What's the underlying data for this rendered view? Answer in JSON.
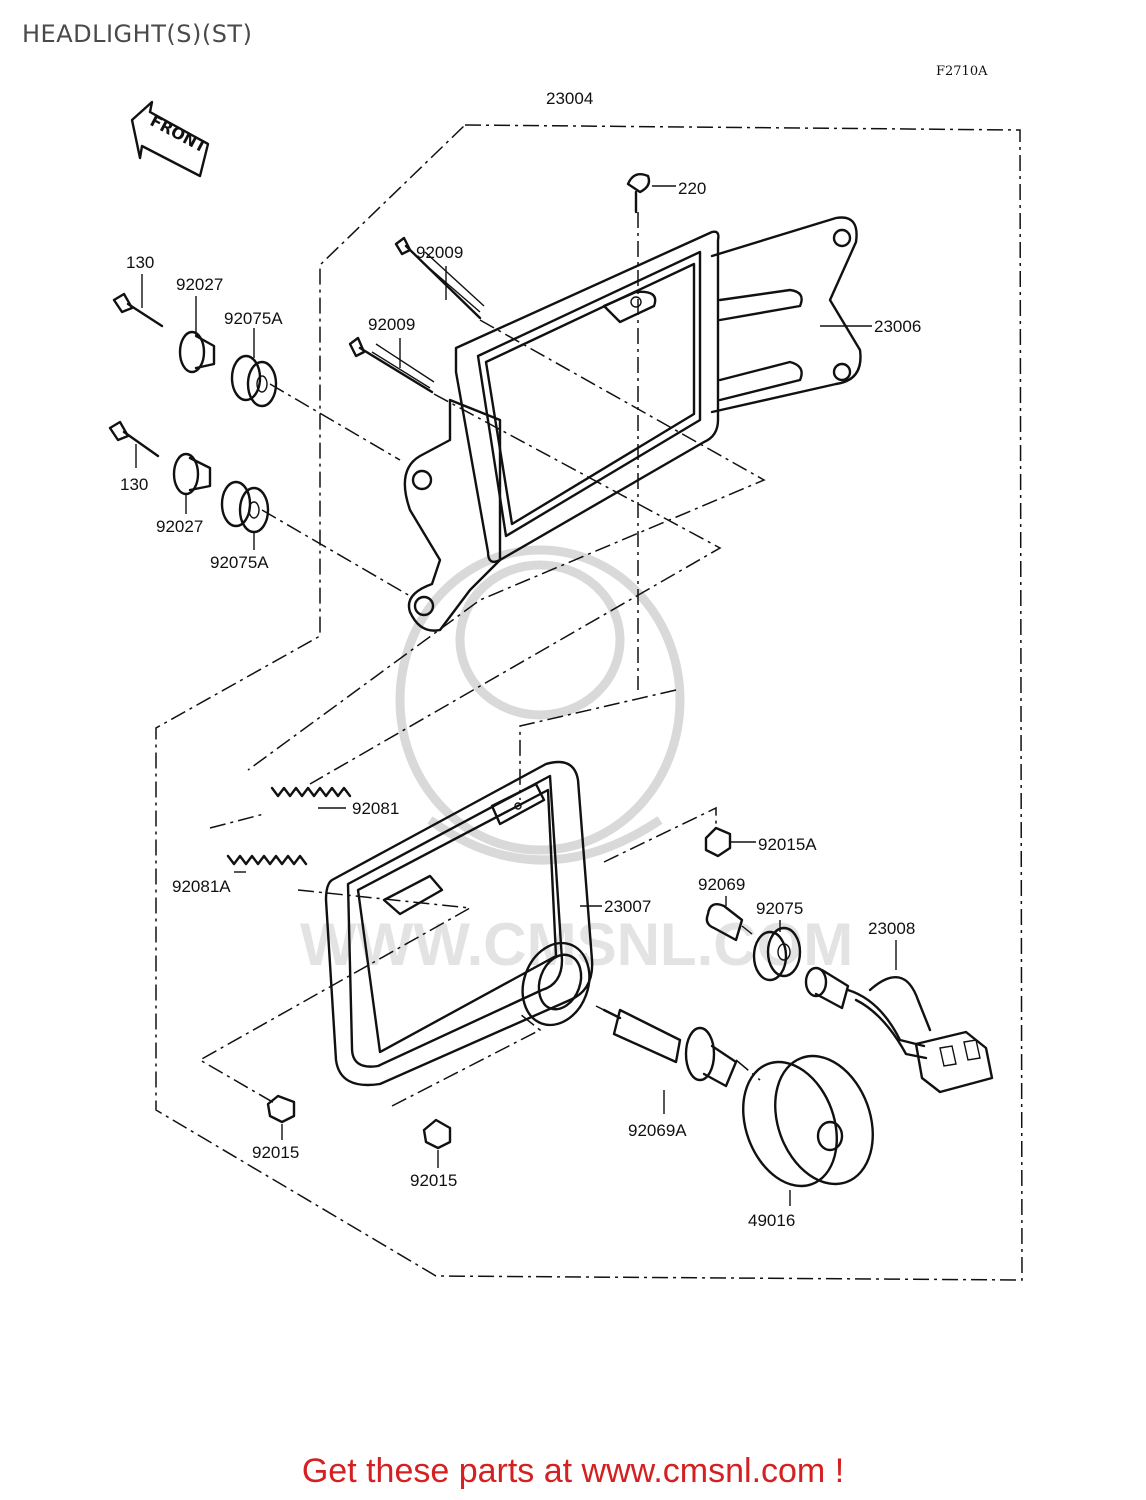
{
  "header": {
    "title": "HEADLIGHT(S)(ST)",
    "drawing_code": "F2710A"
  },
  "front_arrow": {
    "label": "FRONT"
  },
  "watermark": {
    "text": "WWW.CMSNL.COM"
  },
  "callouts": {
    "c23004": "23004",
    "c220": "220",
    "c92009a": "92009",
    "c92009b": "92009",
    "c130a": "130",
    "c92027a": "92027",
    "c92075Aa": "92075A",
    "c23006": "23006",
    "c130b": "130",
    "c92027b": "92027",
    "c92075Ab": "92075A",
    "c92081": "92081",
    "c92015A": "92015A",
    "c92081A": "92081A",
    "c92069": "92069",
    "c92075": "92075",
    "c23007": "23007",
    "c23008": "23008",
    "c92069A": "92069A",
    "c92015a": "92015",
    "c92015b": "92015",
    "c49016": "49016"
  },
  "footer": {
    "ad_text": "Get these parts at www.cmsnl.com !"
  }
}
